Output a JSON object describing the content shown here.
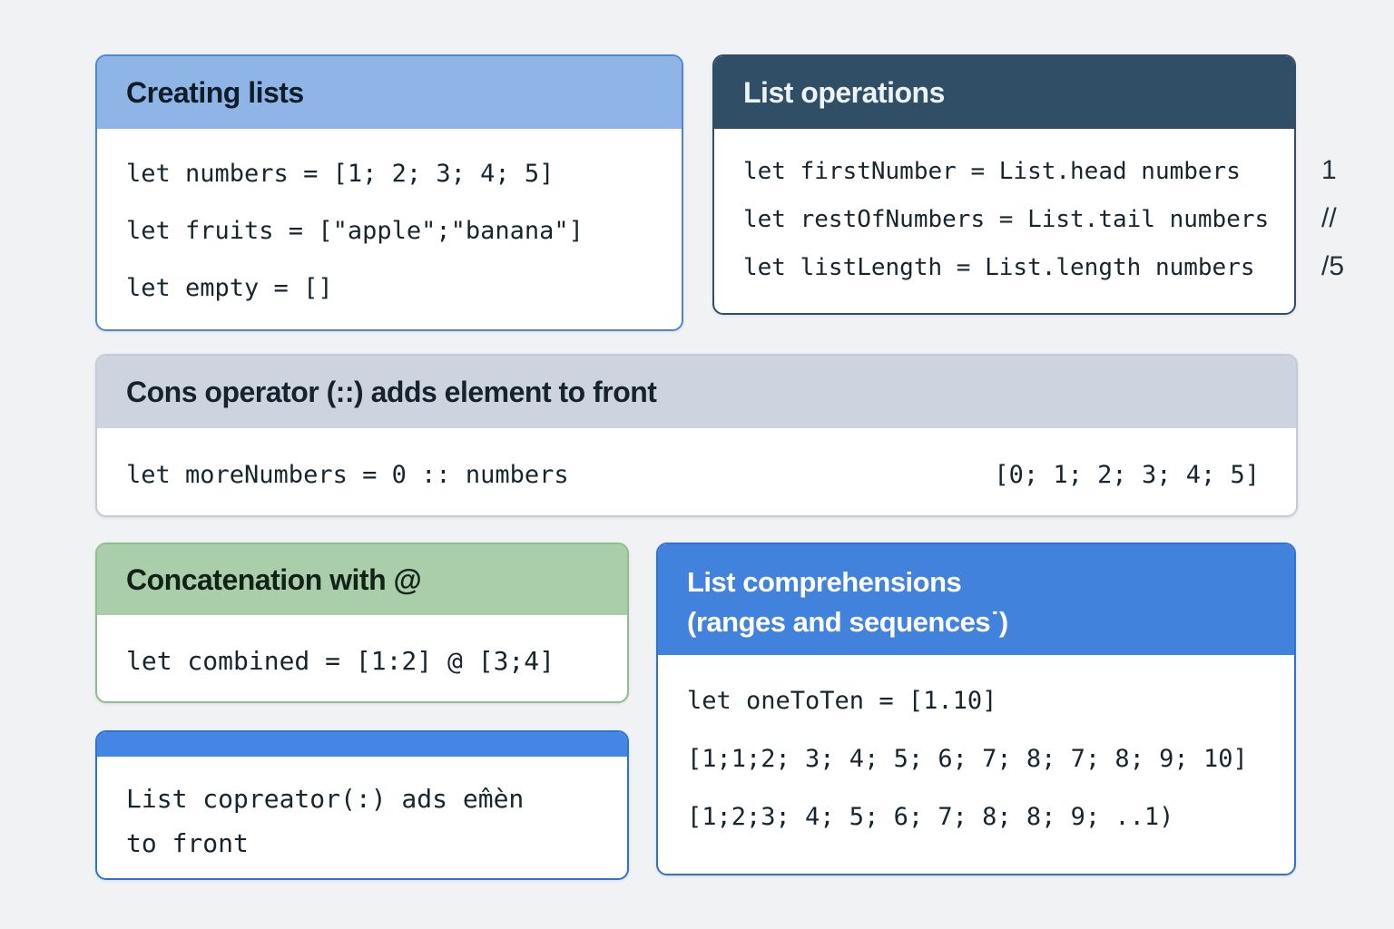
{
  "colors": {
    "page_background": "#f1f2f4",
    "creating_lists_header": "#8fb4e6",
    "list_operations_header": "#304f66",
    "cons_header": "#cdd4e0",
    "concatenation_header": "#a9cea9",
    "note_strip": "#4486e4",
    "comprehensions_header": "#4183dc"
  },
  "creating_lists": {
    "title": "Creating lists",
    "lines": [
      "let numbers = [1; 2; 3; 4; 5]",
      "let fruits = [\"apple\";\"banana\"]",
      "let empty = []"
    ]
  },
  "list_operations": {
    "title": "List operations",
    "lines": [
      "let firstNumber = List.head numbers",
      "let restOfNumbers = List.tail numbers",
      "let listLength = List.length numbers"
    ],
    "results": [
      "1",
      "//",
      "/5"
    ]
  },
  "cons_operator": {
    "title": "Cons operator (::) adds element to front",
    "code": "let moreNumbers = 0 :: numbers",
    "result": "[0; 1; 2; 3; 4; 5]"
  },
  "concatenation": {
    "title": "Concatenation with @",
    "code": "let combined = [1:2] @ [3;4]"
  },
  "note": {
    "line1": "List copreator(:) ads em̂èn",
    "line2": "to front"
  },
  "comprehensions": {
    "title_line1": "List comprehensions",
    "title_line2": "(ranges and sequences˙)",
    "lines": [
      "let oneToTen = [1.10]",
      "[1;1;2; 3; 4; 5; 6; 7; 8; 7; 8; 9; 10]",
      "[1;2;3; 4; 5; 6; 7; 8; 8; 9; ..1)"
    ]
  }
}
